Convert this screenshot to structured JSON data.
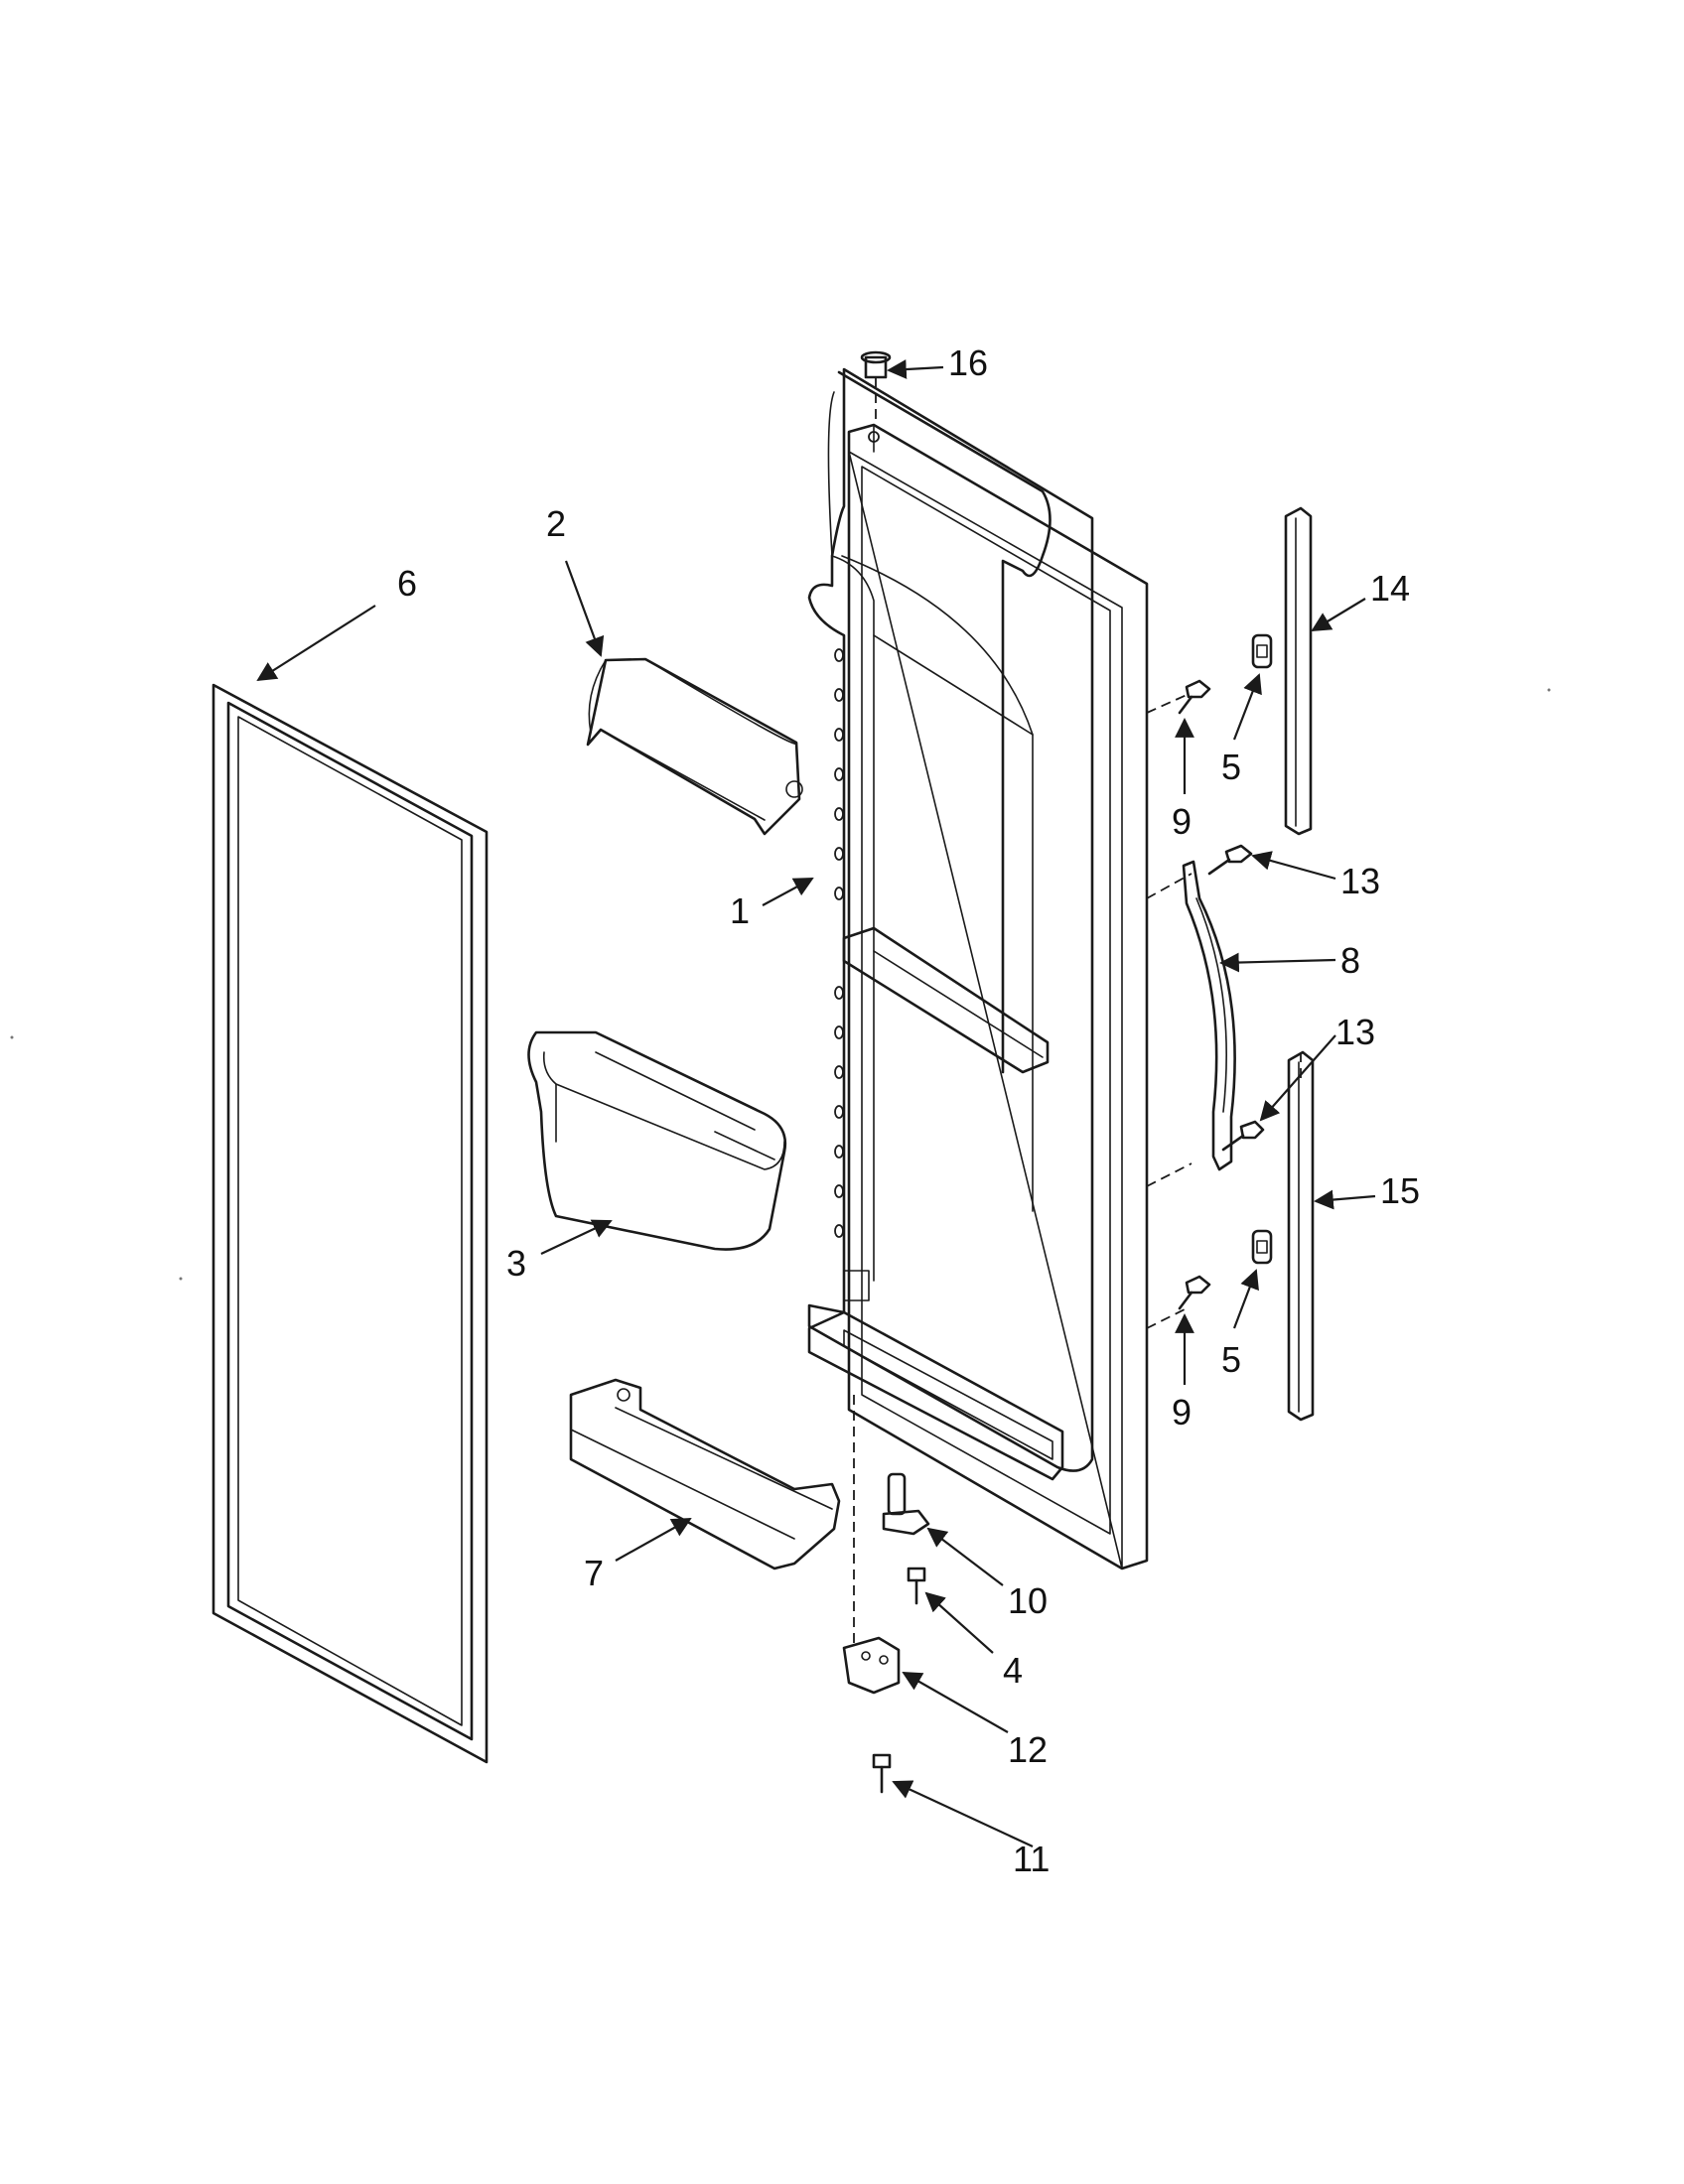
{
  "diagram": {
    "callouts": [
      {
        "id": "c16",
        "label": "16"
      },
      {
        "id": "c2",
        "label": "2"
      },
      {
        "id": "c6",
        "label": "6"
      },
      {
        "id": "c14",
        "label": "14"
      },
      {
        "id": "c5a",
        "label": "5"
      },
      {
        "id": "c9a",
        "label": "9"
      },
      {
        "id": "c1",
        "label": "1"
      },
      {
        "id": "c13a",
        "label": "13"
      },
      {
        "id": "c8",
        "label": "8"
      },
      {
        "id": "c13b",
        "label": "13"
      },
      {
        "id": "c3",
        "label": "3"
      },
      {
        "id": "c15",
        "label": "15"
      },
      {
        "id": "c5b",
        "label": "5"
      },
      {
        "id": "c9b",
        "label": "9"
      },
      {
        "id": "c7",
        "label": "7"
      },
      {
        "id": "c10",
        "label": "10"
      },
      {
        "id": "c4",
        "label": "4"
      },
      {
        "id": "c12",
        "label": "12"
      },
      {
        "id": "c11",
        "label": "11"
      }
    ]
  }
}
